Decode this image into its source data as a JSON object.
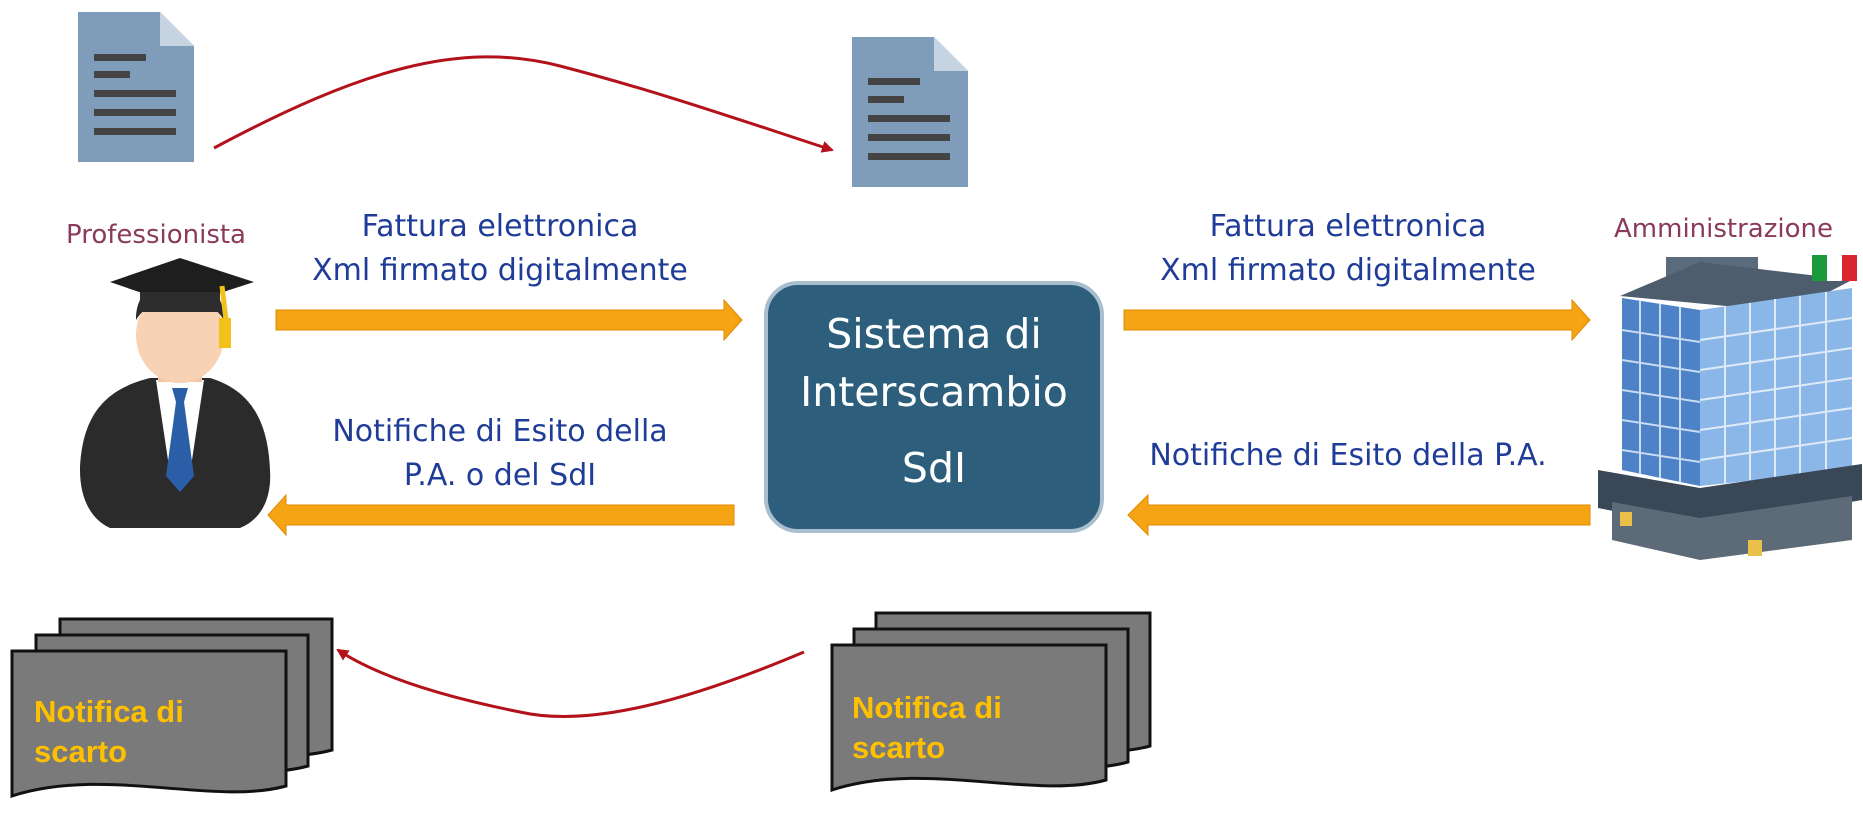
{
  "left_actor": {
    "label": "Professionista",
    "icon": "graduate-person-icon"
  },
  "right_actor": {
    "label": "Amministrazione",
    "icon": "government-building-icon",
    "flag": "italian-flag-icon"
  },
  "center": {
    "line1": "Sistema di",
    "line2": "Interscambio",
    "line3": "SdI"
  },
  "flows": {
    "left_to_center": {
      "line1": "Fattura elettronica",
      "line2": "Xml firmato digitalmente"
    },
    "center_to_left": {
      "line1": "Notifiche di Esito della",
      "line2": "P.A. o del SdI"
    },
    "center_to_right": {
      "line1": "Fattura elettronica",
      "line2": "Xml firmato digitalmente"
    },
    "right_to_center": {
      "line1": "Notifiche di Esito della P.A."
    }
  },
  "documents": {
    "top_left": "document-icon",
    "top_center": "document-icon"
  },
  "notifications": {
    "left": {
      "line1": "Notifica di",
      "line2": "scarto"
    },
    "center": {
      "line1": "Notifica di",
      "line2": "scarto"
    }
  },
  "colors": {
    "flow_arrow": "#f5a413",
    "curve_arrow": "#b3121b",
    "sdi_box": "#2d5f7c",
    "text_blue": "#1f3c98",
    "role_text": "#8a3a5a",
    "notif_text": "#ffc000",
    "notif_bg": "#7a7a7a"
  }
}
